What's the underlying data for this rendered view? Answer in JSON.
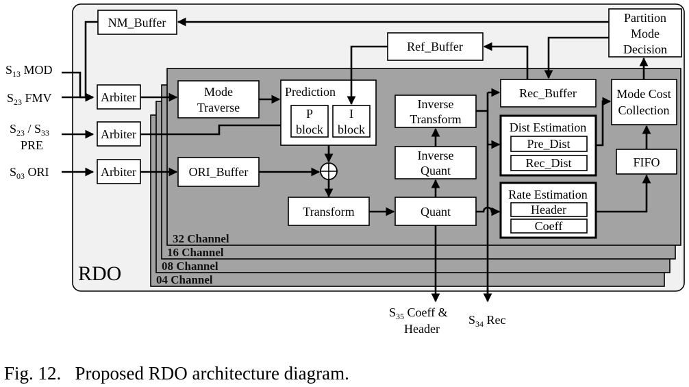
{
  "figure": {
    "caption": "Fig. 12.   Proposed RDO architecture diagram.",
    "container_label": "RDO"
  },
  "inputs": [
    {
      "sub": "13",
      "name": "MOD"
    },
    {
      "sub": "23",
      "name": "FMV"
    },
    {
      "sub": "23",
      "sub2": "33",
      "name": "PRE"
    },
    {
      "sub": "03",
      "name": "ORI"
    }
  ],
  "outputs": [
    {
      "sub": "35",
      "line1": "Coeff &",
      "line2": "Header"
    },
    {
      "sub": "34",
      "name": "Rec"
    }
  ],
  "channels": [
    "32 Channel",
    "16 Channel",
    "08 Channel",
    "04 Channel"
  ],
  "blocks": {
    "nm_buffer": "NM_Buffer",
    "ref_buffer": "Ref_Buffer",
    "partition": [
      "Partition",
      "Mode",
      "Decision"
    ],
    "arbiter": "Arbiter",
    "mode_traverse": [
      "Mode",
      "Traverse"
    ],
    "prediction": "Prediction",
    "p_block": [
      "P",
      "block"
    ],
    "i_block": [
      "I",
      "block"
    ],
    "ori_buffer": "ORI_Buffer",
    "transform": "Transform",
    "quant": "Quant",
    "inverse_quant": [
      "Inverse",
      "Quant"
    ],
    "inverse_transform": [
      "Inverse",
      "Transform"
    ],
    "rec_buffer": "Rec_Buffer",
    "dist_estimation": "Dist Estimation",
    "pre_dist": "Pre_Dist",
    "rec_dist": "Rec_Dist",
    "rate_estimation": "Rate Estimation",
    "header": "Header",
    "coeff": "Coeff",
    "mode_cost": [
      "Mode Cost",
      "Collection"
    ],
    "fifo": "FIFO"
  },
  "colors": {
    "outer_bg": "#f1f1f1",
    "layer_bg": "#a3a3a3",
    "box_bg": "#ffffff",
    "line": "#000000"
  }
}
